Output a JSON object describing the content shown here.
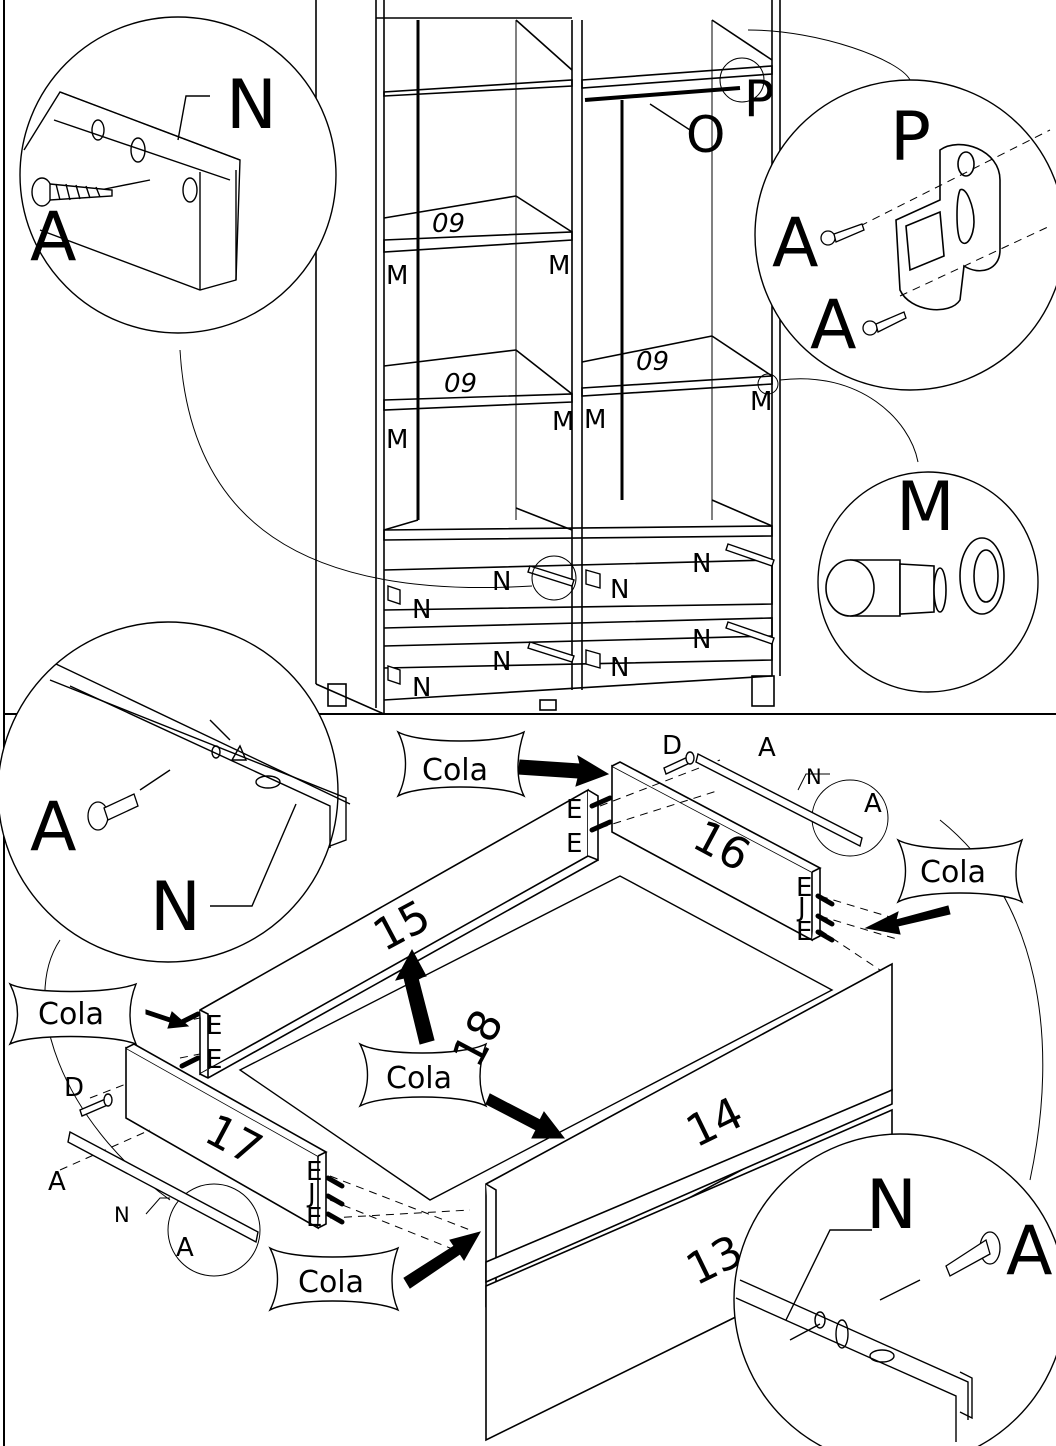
{
  "cabinet": {
    "shelf_labels": [
      "09",
      "09",
      "09"
    ],
    "pin_label": "M",
    "rail_label": "N",
    "rod_label": "O",
    "bracket_label": "P"
  },
  "detail_n_top": {
    "rail": "N",
    "screw": "A"
  },
  "detail_p": {
    "title": "P",
    "screws": [
      "A",
      "A"
    ]
  },
  "detail_m": {
    "title": "M"
  },
  "detail_n_left": {
    "screw": "A",
    "rail": "N"
  },
  "detail_n_right": {
    "rail": "N",
    "screw": "A"
  },
  "drawer": {
    "panels": {
      "back": "15",
      "side_right": "16",
      "side_left": "17",
      "bottom": "18",
      "front": "14",
      "front_lower": "13"
    },
    "glue": [
      "Cola",
      "Cola",
      "Cola",
      "Cola",
      "Cola"
    ],
    "dowel_label": "E",
    "cam_label": "J",
    "screw_label": "D",
    "rail_label": "N",
    "small_screw_label": "A"
  }
}
